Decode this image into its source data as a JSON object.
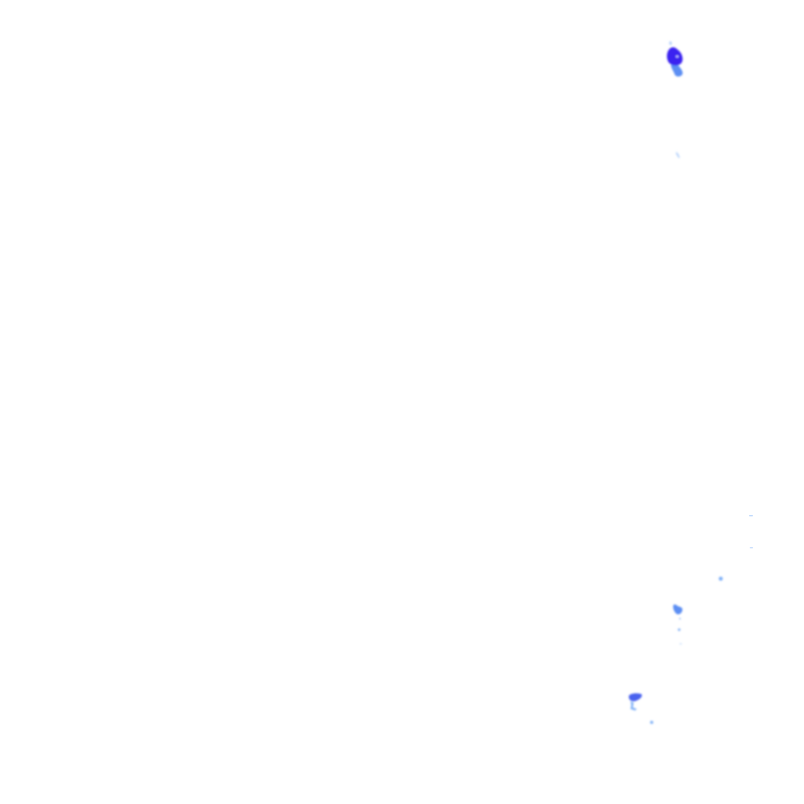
{
  "map": {
    "background_color": "#ffffff",
    "colors": {
      "intense": "#3a22f0",
      "strong": "#4a62ee",
      "moderate": "#5c8ef3",
      "light": "#7fb0f7",
      "faint": "#b9d4fb"
    },
    "cells": [
      {
        "id": "north-cluster-core",
        "level": "intense"
      },
      {
        "id": "north-cluster-tail",
        "level": "moderate"
      },
      {
        "id": "north-cluster-ring",
        "level": "moderate"
      },
      {
        "id": "north-faint-trace",
        "level": "faint"
      },
      {
        "id": "east-faint-dash-1",
        "level": "faint"
      },
      {
        "id": "east-faint-dash-2",
        "level": "faint"
      },
      {
        "id": "east-light-dot",
        "level": "light"
      },
      {
        "id": "southeast-cluster-main",
        "level": "moderate"
      },
      {
        "id": "southeast-cluster-dots",
        "level": "light"
      },
      {
        "id": "south-cluster-main",
        "level": "strong"
      },
      {
        "id": "south-cluster-tail",
        "level": "light"
      },
      {
        "id": "south-light-dot",
        "level": "light"
      }
    ]
  }
}
